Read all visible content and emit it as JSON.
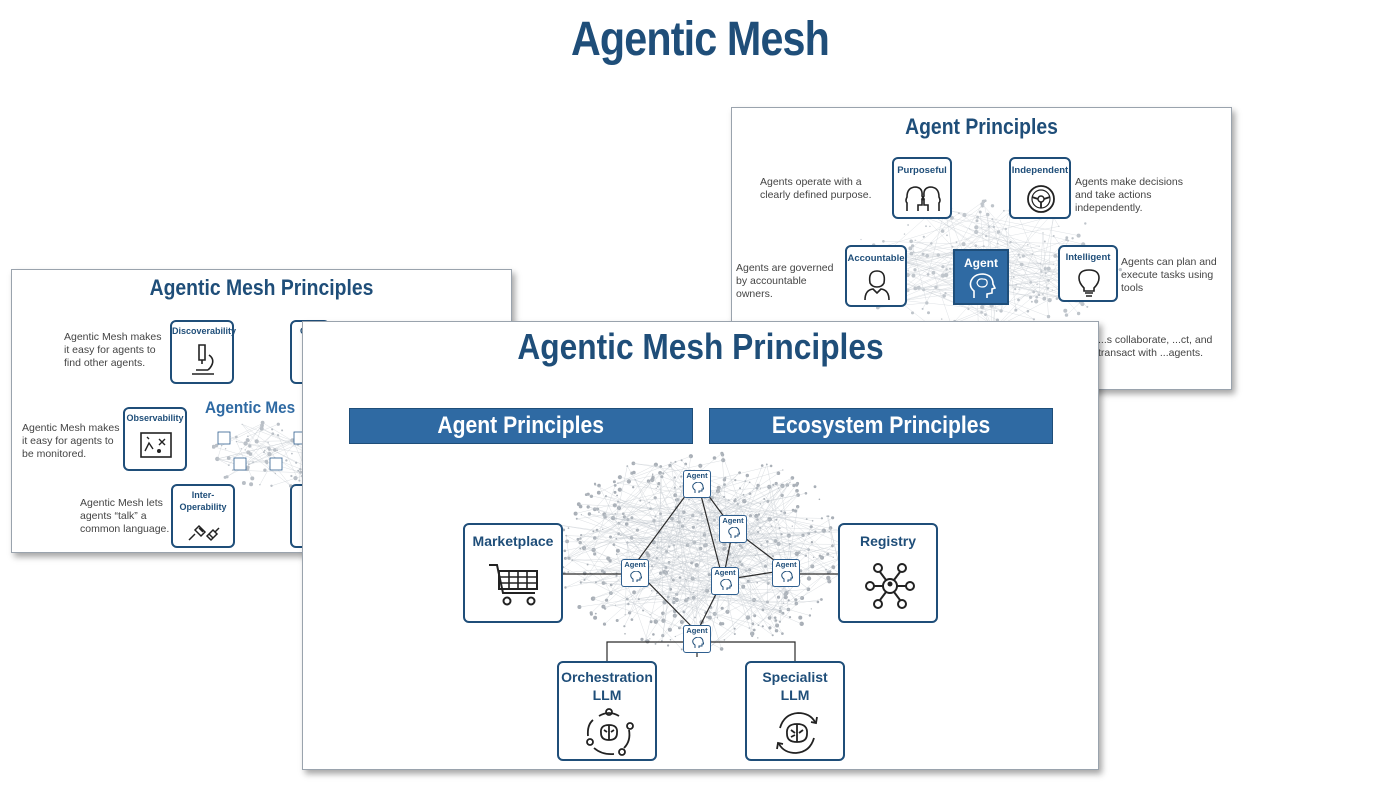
{
  "heading": "Agentic Mesh",
  "back_right": {
    "title": "Agent Principles",
    "center": "Agent",
    "boxes": {
      "purposeful": "Purposeful",
      "independent": "Independent",
      "accountable": "Accountable",
      "intelligent": "Intelligent"
    },
    "descriptions": {
      "purposeful": "Agents operate with a clearly defined purpose.",
      "independent": "Agents make decisions and take actions independently.",
      "accountable": "Agents are governed by accountable owners.",
      "intelligent": "Agents can plan and execute tasks using tools",
      "social": "...s collaborate, ...ct, and transact with ...agents."
    }
  },
  "back_left": {
    "title": "Agentic Mesh Principles",
    "inner_title": "Agentic Mes",
    "boxes": {
      "discoverability": "Discoverability",
      "observability": "Observability",
      "interoperability": "Inter-Operability",
      "partial": "C"
    },
    "descriptions": {
      "discoverability": "Agentic Mesh makes it easy for agents to find other agents.",
      "observability": "Agentic Mesh makes it easy for agents to be monitored.",
      "interoperability": "Agentic Mesh lets agents “talk” a common language."
    }
  },
  "front": {
    "title": "Agentic Mesh Principles",
    "banners": {
      "left": "Agent Principles",
      "right": "Ecosystem Principles"
    },
    "boxes": {
      "marketplace": "Marketplace",
      "registry": "Registry",
      "orchestration_line1": "Orchestration",
      "orchestration_line2": "LLM",
      "specialist_line1": "Specialist",
      "specialist_line2": "LLM"
    },
    "agent_label": "Agent"
  },
  "colors": {
    "navy": "#1f4e79",
    "banner_blue": "#2f6aa3",
    "text_gray": "#444444"
  }
}
